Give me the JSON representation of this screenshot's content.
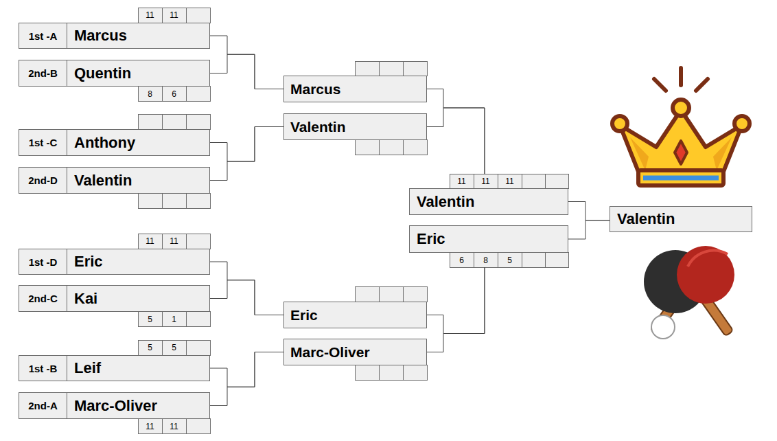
{
  "diagram": {
    "nodes": [
      {
        "text": [
          "1st -A",
          "Marcus"
        ]
      },
      {
        "text": [
          "2nd-B",
          "Quentin"
        ]
      },
      {
        "text": [
          "1st -C",
          "Anthony"
        ]
      },
      {
        "text": [
          "2nd-D",
          "Valentin"
        ]
      },
      {
        "text": [
          "1st -D",
          "Eric"
        ]
      },
      {
        "text": [
          "2nd-C",
          "Kai"
        ]
      },
      {
        "text": [
          "1st -B",
          "Leif"
        ]
      },
      {
        "text": [
          "2nd-A",
          "Marc-Oliver"
        ]
      },
      {
        "text": [
          "Marcus"
        ]
      },
      {
        "text": [
          "Valentin"
        ]
      },
      {
        "text": [
          "Eric"
        ]
      },
      {
        "text": [
          "Marc-Oliver"
        ]
      },
      {
        "text": [
          "Valentin"
        ]
      },
      {
        "text": [
          "Eric"
        ]
      },
      {
        "text": [
          "Valentin"
        ]
      }
    ],
    "edges": [
      {
        "from": 0,
        "to": 8,
        "arrow": "none"
      },
      {
        "from": 1,
        "to": 8,
        "arrow": "none"
      },
      {
        "from": 2,
        "to": 9,
        "arrow": "none"
      },
      {
        "from": 3,
        "to": 9,
        "arrow": "none"
      },
      {
        "from": 4,
        "to": 10,
        "arrow": "none"
      },
      {
        "from": 5,
        "to": 10,
        "arrow": "none"
      },
      {
        "from": 6,
        "to": 11,
        "arrow": "none"
      },
      {
        "from": 7,
        "to": 11,
        "arrow": "none"
      },
      {
        "from": 8,
        "to": 12,
        "arrow": "none"
      },
      {
        "from": 9,
        "to": 12,
        "arrow": "none"
      },
      {
        "from": 10,
        "to": 13,
        "arrow": "none"
      },
      {
        "from": 11,
        "to": 13,
        "arrow": "none"
      },
      {
        "from": 12,
        "to": 14,
        "arrow": "none"
      },
      {
        "from": 13,
        "to": 14,
        "arrow": "none"
      }
    ],
    "labels": [
      "11",
      "11",
      "8",
      "6",
      "11",
      "11",
      "11",
      "6",
      "8",
      "5",
      "11",
      "11",
      "5",
      "1",
      "5",
      "5",
      "11",
      "11"
    ]
  }
}
